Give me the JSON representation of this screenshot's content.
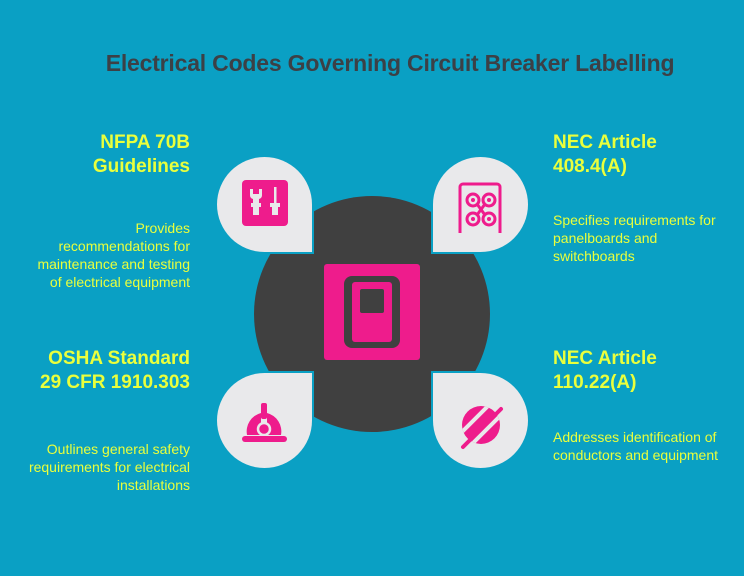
{
  "title": "Electrical Codes Governing Circuit Breaker Labelling",
  "colors": {
    "background": "#0aa0c4",
    "title": "#3c4046",
    "text": "#eaff3c",
    "hub": "#404040",
    "petal": "#e9e9eb",
    "icon": "#ee1c8c"
  },
  "center": {
    "icon": "circuit-breaker-icon"
  },
  "items": [
    {
      "position": "top-left",
      "heading": "NFPA 70B\nGuidelines",
      "description": "Provides recommendations for maintenance and testing of electrical equipment",
      "icon": "tools-icon"
    },
    {
      "position": "top-right",
      "heading": "NEC Article\n408.4(A)",
      "description": "Specifies requirements for panelboards and switchboards",
      "icon": "panelboard-icon"
    },
    {
      "position": "bottom-left",
      "heading": "OSHA Standard\n29 CFR 1910.303",
      "description": "Outlines general safety requirements for electrical installations",
      "icon": "hard-hat-icon"
    },
    {
      "position": "bottom-right",
      "heading": "NEC Article\n110.22(A)",
      "description": "Addresses identification of conductors and equipment",
      "icon": "conductor-identification-icon"
    }
  ]
}
